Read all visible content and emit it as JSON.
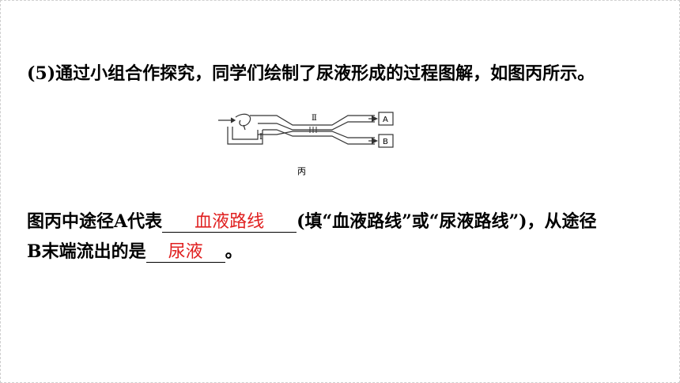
{
  "question": {
    "text": "(5)通过小组合作探究，同学们绘制了尿液形成的过程图解，如图丙所示。"
  },
  "figure": {
    "caption": "丙",
    "labels": {
      "roman_1": "Ⅰ",
      "roman_2": "Ⅱ",
      "box_a": "A",
      "box_b": "B"
    }
  },
  "answer": {
    "part1": "图丙中途径A代表",
    "blank1": "血液路线",
    "part2": "(填“血液路线”或“尿液路线”)，从途径",
    "part3": "B末端流出的是",
    "blank2": "尿液",
    "part4": "。"
  },
  "colors": {
    "answer": "#e02020"
  }
}
